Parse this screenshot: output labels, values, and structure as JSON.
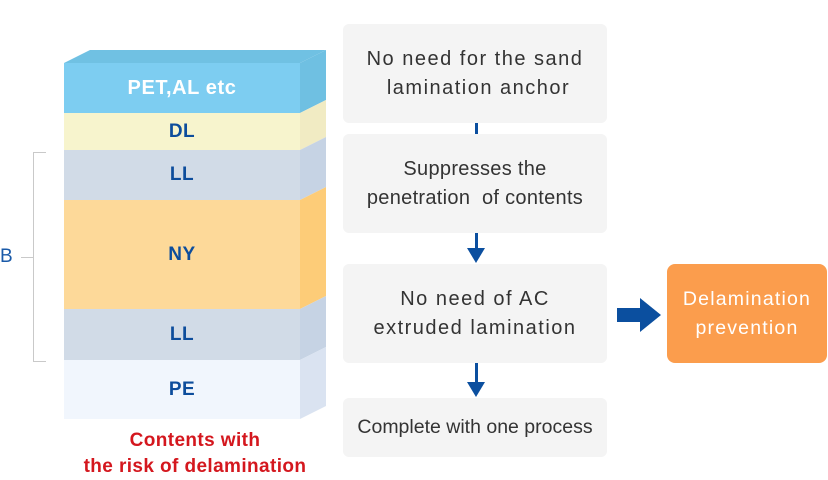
{
  "diagram": {
    "layers": [
      {
        "label": "PET,AL etc",
        "front_color": "#7dcdf1",
        "side_color": "#6fc0e2",
        "text_color": "#ffffff"
      },
      {
        "label": "DL",
        "front_color": "#f7f4cd",
        "side_color": "#f1ebc3",
        "text_color": "#0d4d9c"
      },
      {
        "label": "LL",
        "front_color": "#d1dbe7",
        "side_color": "#c6d3e4",
        "text_color": "#0d4d9c"
      },
      {
        "label": "NY",
        "front_color": "#fdd999",
        "side_color": "#fdcc78",
        "text_color": "#0d4d9c"
      },
      {
        "label": "LL",
        "front_color": "#d1dbe7",
        "side_color": "#c6d3e4",
        "text_color": "#0d4d9c"
      },
      {
        "label": "PE",
        "front_color": "#f1f6fd",
        "side_color": "#dae3f1",
        "text_color": "#0d4d9c"
      }
    ],
    "top_color": "#70c1e3",
    "bracket_label": "B",
    "caption": {
      "line1": "Contents with",
      "line2": "the risk of delamination",
      "color": "#d4171e"
    },
    "steps": [
      {
        "line1": "No need for the sand",
        "line2": " lamination anchor"
      },
      {
        "line1": "Suppresses the",
        "line2": "penetration  of contents"
      },
      {
        "line1": "No need of AC",
        "line2": "extruded lamination"
      },
      {
        "line1": "Complete with one process"
      }
    ],
    "result": {
      "line1": "Delamination",
      "line2": "prevention",
      "color": "#fb9d4d"
    },
    "arrow_color": "#0b4f9f"
  }
}
